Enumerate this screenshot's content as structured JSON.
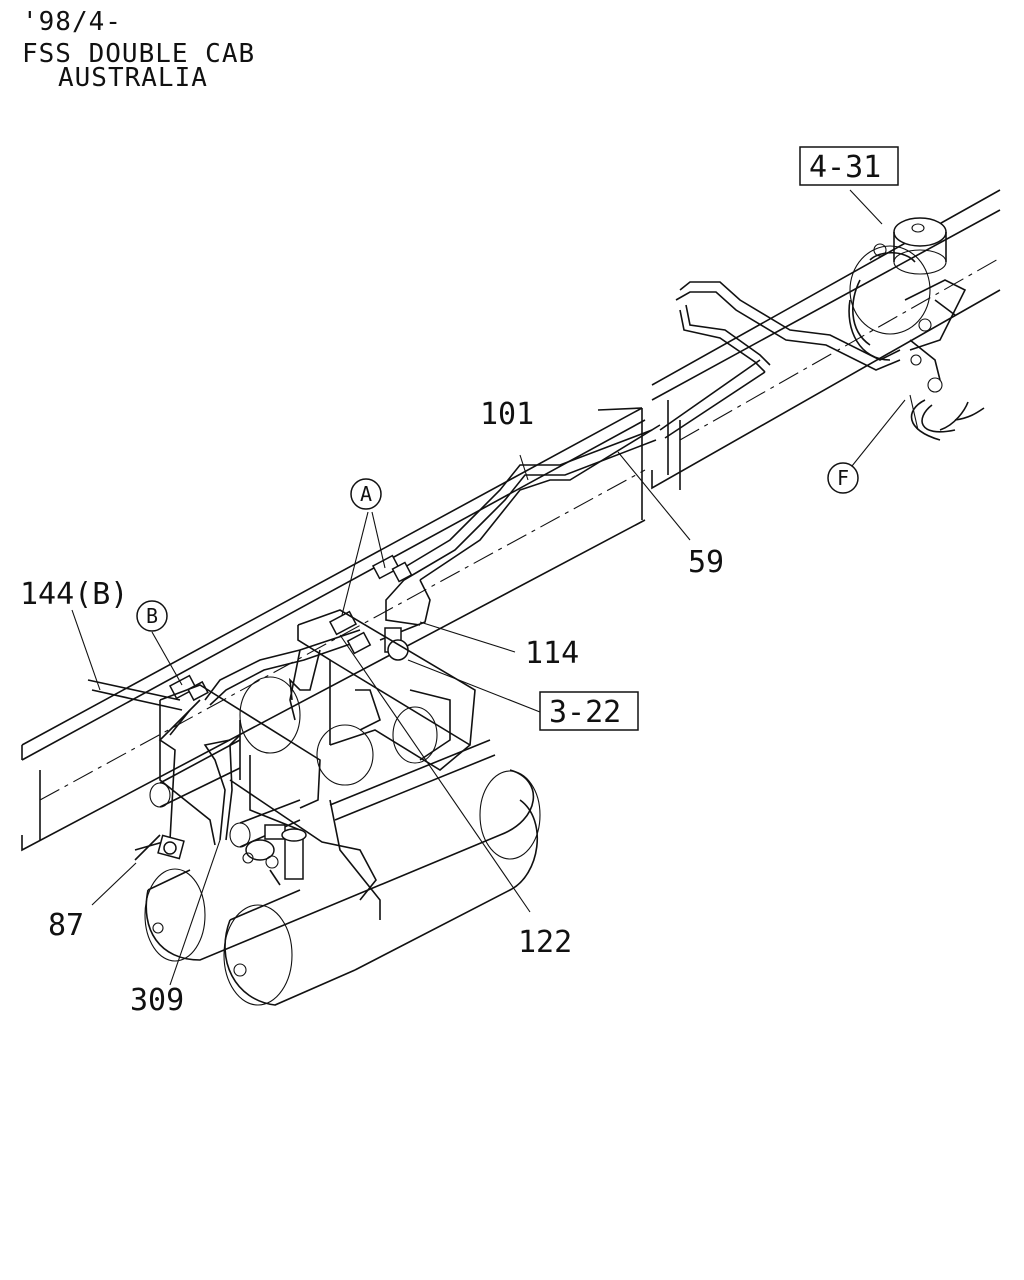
{
  "header": {
    "line1": "'98/4-",
    "line2": "FSS DOUBLE CAB",
    "line3": "AUSTRALIA"
  },
  "callouts": {
    "ref_4_31": "4-31",
    "ref_3_22": "3-22",
    "p101": "101",
    "p59": "59",
    "p114": "114",
    "p144b": "144(B)",
    "p87": "87",
    "p309": "309",
    "p122": "122"
  },
  "markers": {
    "a": "A",
    "b": "B",
    "f": "F"
  }
}
